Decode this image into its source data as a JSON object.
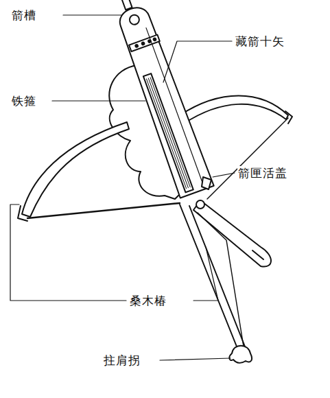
{
  "diagram": {
    "labels": [
      "箭槽",
      "藏箭十矢",
      "铁箍",
      "箭匣活盖",
      "桑木椿",
      "拄肩拐"
    ]
  }
}
